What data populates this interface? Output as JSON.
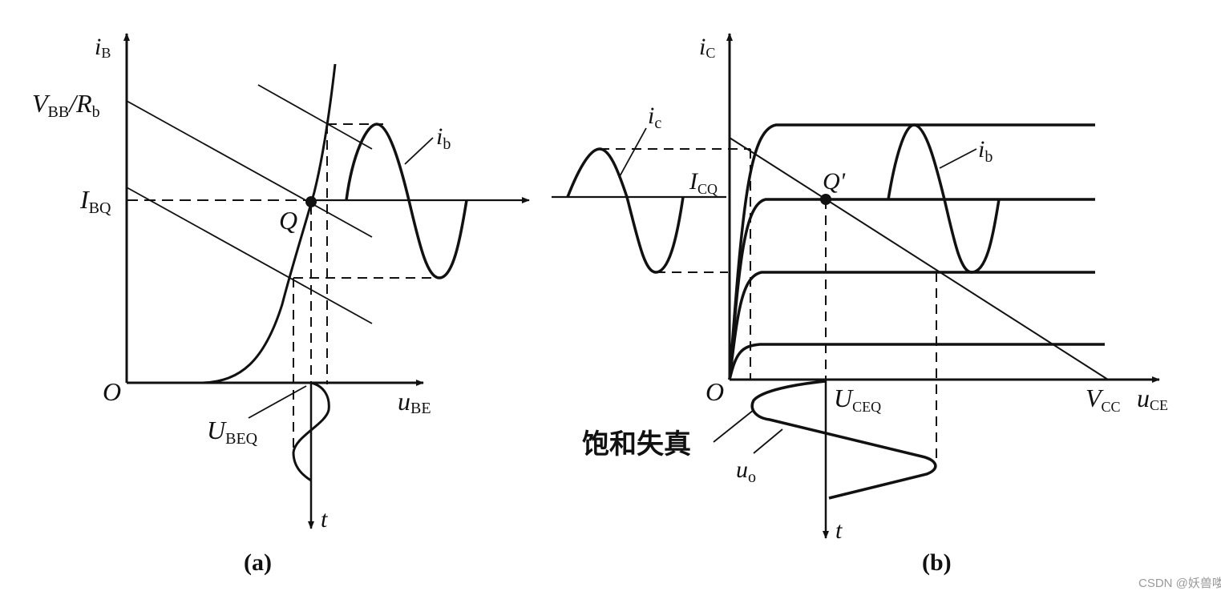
{
  "panel_a": {
    "axis_y": {
      "main": "i",
      "sub": "B"
    },
    "axis_x": {
      "main": "u",
      "sub": "BE"
    },
    "origin": "O",
    "vbb_rb": {
      "v": "V",
      "v_sub": "BB",
      "slash": "/",
      "r": "R",
      "r_sub": "b"
    },
    "ibq": {
      "main": "I",
      "sub": "BQ"
    },
    "ubeq": {
      "main": "U",
      "sub": "BEQ"
    },
    "q_label": "Q",
    "ib_label": {
      "main": "i",
      "sub": "b"
    },
    "t_label": "t",
    "caption": "(a)"
  },
  "panel_b": {
    "axis_y": {
      "main": "i",
      "sub": "C"
    },
    "axis_x": {
      "main": "u",
      "sub": "CE"
    },
    "origin": "O",
    "icq": {
      "main": "I",
      "sub": "CQ"
    },
    "uceq": {
      "main": "U",
      "sub": "CEQ"
    },
    "vcc": {
      "main": "V",
      "sub": "CC"
    },
    "q_label": "Q'",
    "ic_label": {
      "main": "i",
      "sub": "c"
    },
    "ib_label": {
      "main": "i",
      "sub": "b"
    },
    "uo_label": {
      "main": "u",
      "sub": "o"
    },
    "distortion": "饱和失真",
    "t_label": "t",
    "caption": "(b)"
  },
  "watermark": "CSDN @妖兽喽"
}
